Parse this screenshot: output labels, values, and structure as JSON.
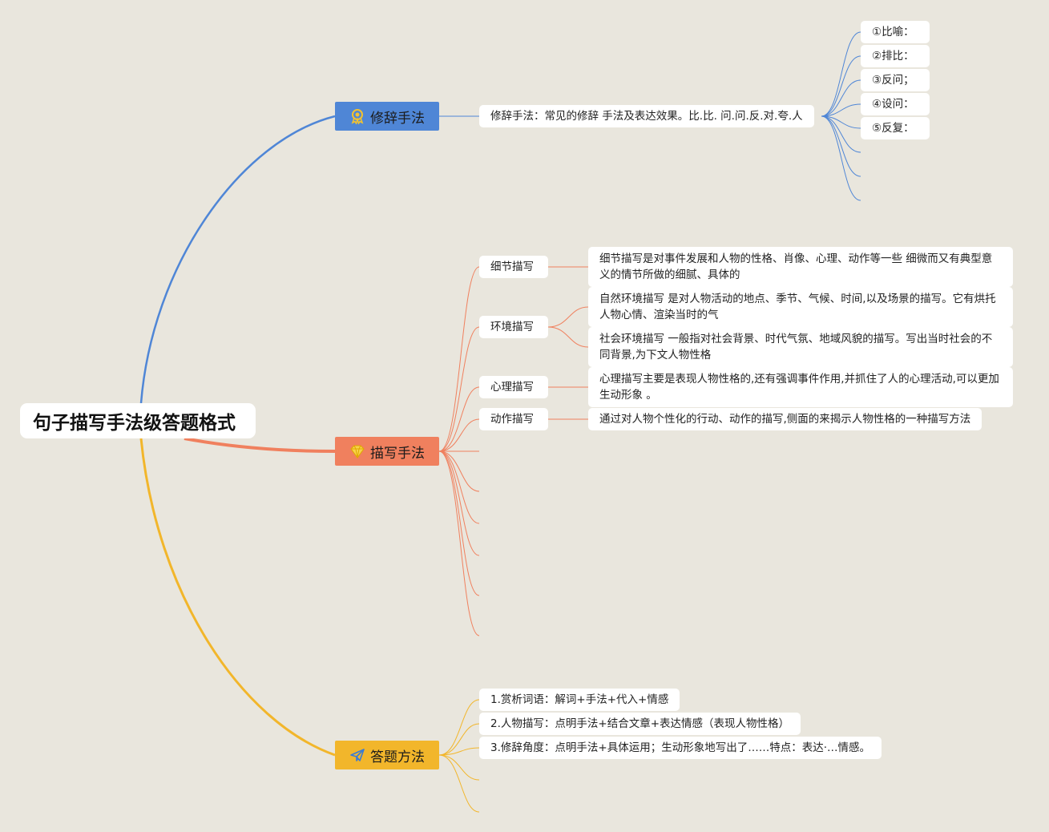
{
  "root": {
    "title": "句子描写手法级答题格式"
  },
  "colors": {
    "background": "#e9e6dd",
    "blue": "#4f86d6",
    "orange": "#f0805e",
    "yellow": "#f2b62b"
  },
  "branches": {
    "rhetoric": {
      "label": "修辞手法",
      "icon": "ribbon-badge-icon",
      "summary": "修辞手法：常见的修辞 手法及表达效果。比.比. 问.问.反.对.夸.人",
      "items": [
        "①比喻：",
        "②排比：",
        "③反问；",
        "④设问：",
        "⑤反复："
      ]
    },
    "description": {
      "label": "描写手法",
      "icon": "diamond-icon",
      "items": [
        {
          "label": "细节描写",
          "details": [
            "细节描写是对事件发展和人物的性格、肖像、心理、动作等一些 细微而又有典型意义的情节所做的细腻、具体的"
          ]
        },
        {
          "label": "环境描写",
          "details": [
            "自然环境描写 是对人物活动的地点、季节、气候、时间,以及场景的描写。它有烘托人物心情、渲染当时的气",
            " 社会环境描写 一般指对社会背景、时代气氛、地域风貌的描写。写出当时社会的不同背景,为下文人物性格"
          ]
        },
        {
          "label": "心理描写",
          "details": [
            "心理描写主要是表现人物性格的,还有强调事件作用,并抓住了人的心理活动,可以更加生动形象 。"
          ]
        },
        {
          "label": "动作描写",
          "details": [
            "通过对人物个性化的行动、动作的描写,侧面的来揭示人物性格的一种描写方法"
          ]
        }
      ]
    },
    "answer": {
      "label": "答题方法",
      "icon": "paper-plane-icon",
      "items": [
        "1.赏析词语：解词+手法+代入+情感",
        "2.人物描写：点明手法+结合文章+表达情感（表现人物性格）",
        "3.修辞角度：点明手法+具体运用；生动形象地写出了……特点：表达·…情感。"
      ]
    }
  }
}
